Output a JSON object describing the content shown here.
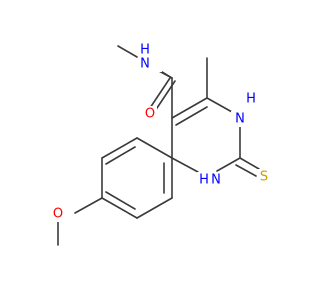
{
  "atoms": {
    "o_carbonyl": "O",
    "nh_amide": "N",
    "h_amide": "H",
    "nh_ring_top": "N",
    "h_ring_top": "H",
    "nh_ring_bottom": "N",
    "h_ring_bottom": "H",
    "s_thione": "S",
    "o_methoxy": "O"
  },
  "colors": {
    "bond": "#3a3a3a",
    "oxygen": "#ff0000",
    "nitrogen": "#0000ff",
    "sulfur": "#c8a000"
  }
}
